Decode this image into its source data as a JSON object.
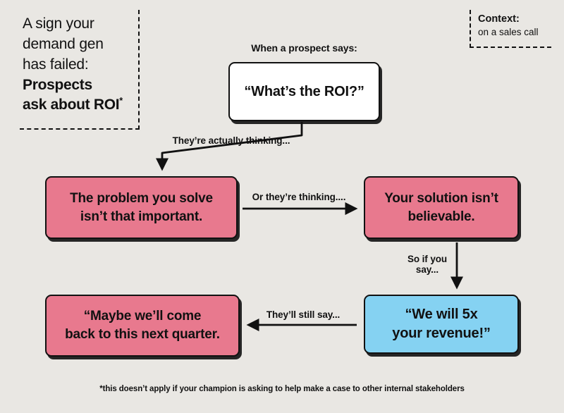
{
  "title_block": {
    "regular": "A sign your\ndemand gen\nhas failed:",
    "bold": "Prospects\nask about ROI",
    "asterisk": "*"
  },
  "context_block": {
    "label": "Context:",
    "value": "on a sales call"
  },
  "flow": {
    "prospect_label": "When a prospect says:",
    "roi_box": "“What’s the ROI?”",
    "thinking_label": "They’re actually thinking...",
    "problem_box": "The problem you solve\nisn’t that important.",
    "or_thinking_label": "Or they’re thinking....",
    "solution_box": "Your solution isn’t\nbelievable.",
    "so_if_label": "So if you\nsay...",
    "revenue_box": "“We will 5x\nyour revenue!”",
    "still_say_label": "They’ll still say...",
    "maybe_box": "“Maybe we’ll come\nback to this next quarter."
  },
  "footnote": "*this doesn’t apply if your champion is asking to help make a case to other internal stakeholders",
  "colors": {
    "background": "#e9e7e3",
    "box_white": "#ffffff",
    "box_pink": "#e8798e",
    "box_blue": "#85d2f2",
    "ink": "#111111"
  }
}
